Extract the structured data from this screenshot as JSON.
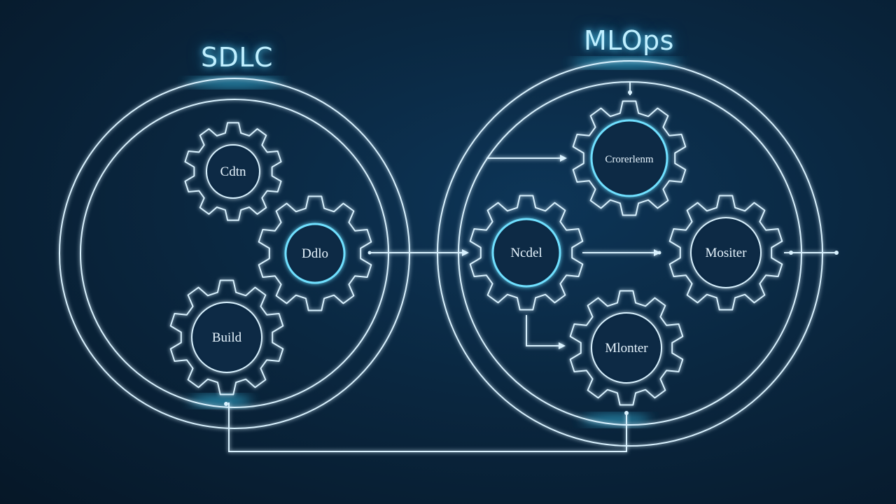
{
  "sdlc": {
    "title": "SDLC",
    "gears": [
      "Cdtn",
      "Ddlo",
      "Build"
    ]
  },
  "mlops": {
    "title": "MLOps",
    "gears": [
      "Crorerlenm",
      "Ncdel",
      "Mositer",
      "Mlonter"
    ]
  },
  "colors": {
    "background": "#071a2b",
    "line": "#d9f2ff",
    "glow": "#35c8ff",
    "accent": "#6fe0ff"
  }
}
